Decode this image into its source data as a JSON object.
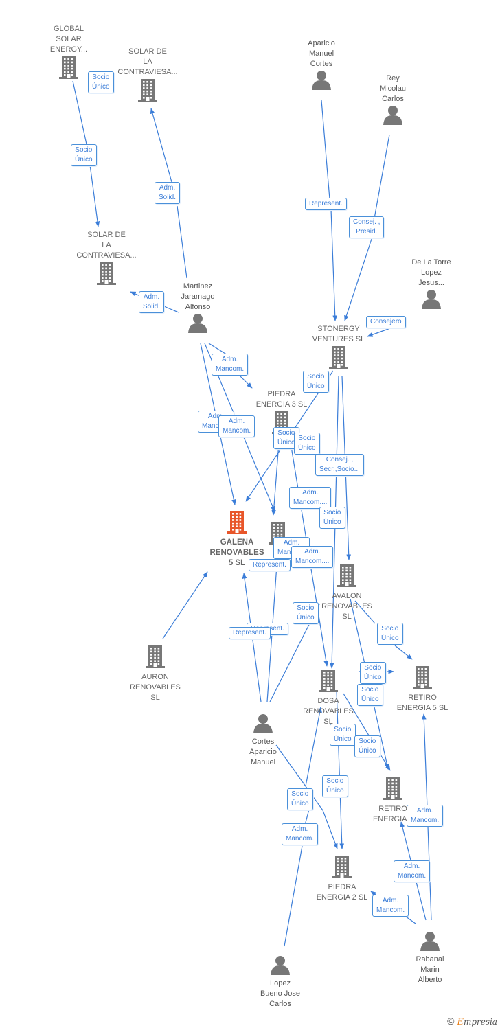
{
  "colors": {
    "edge": "#3b7dd8",
    "company": "#777777",
    "main_company": "#e8562a",
    "person": "#777777"
  },
  "nodes": [
    {
      "id": "global_solar",
      "label": "GLOBAL\nSOLAR\nENERGY...",
      "kind": "company"
    },
    {
      "id": "solar_contra_1",
      "label": "SOLAR DE\nLA\nCONTRAVIESA...",
      "kind": "company"
    },
    {
      "id": "solar_contra_2",
      "label": "SOLAR DE\nLA\nCONTRAVIESA...",
      "kind": "company"
    },
    {
      "id": "aparicio",
      "label": "Aparicio\nManuel\nCortes",
      "kind": "person"
    },
    {
      "id": "rey",
      "label": "Rey\nMicolau\nCarlos",
      "kind": "person"
    },
    {
      "id": "delatorre",
      "label": "De La Torre\nLopez\nJesus...",
      "kind": "person"
    },
    {
      "id": "martinez",
      "label": "Martinez\nJaramago\nAlfonso",
      "kind": "person"
    },
    {
      "id": "stonergy",
      "label": "STONERGY\nVENTURES  SL",
      "kind": "company"
    },
    {
      "id": "piedra3",
      "label": "PIEDRA\nENERGIA 3  SL",
      "kind": "company"
    },
    {
      "id": "galena",
      "label": "GALENA\nRENOVABLES\n5  SL",
      "kind": "main"
    },
    {
      "id": "piedra_mid",
      "label": "PIE",
      "kind": "company"
    },
    {
      "id": "avalon",
      "label": "AVALON\nRENOVABLES\nSL",
      "kind": "company"
    },
    {
      "id": "auron",
      "label": "AURON\nRENOVABLES\nSL",
      "kind": "company"
    },
    {
      "id": "dosa",
      "label": "DOSA\nRENOVABLES\nSL",
      "kind": "company"
    },
    {
      "id": "retiro5",
      "label": "RETIRO\nENERGIA 5  SL",
      "kind": "company"
    },
    {
      "id": "cortes",
      "label": "Cortes\nAparicio\nManuel",
      "kind": "person"
    },
    {
      "id": "retiro6",
      "label": "RETIRO\nENERGIA 6",
      "kind": "company"
    },
    {
      "id": "piedra2",
      "label": "PIEDRA\nENERGIA 2  SL",
      "kind": "company"
    },
    {
      "id": "rabanal",
      "label": "Rabanal\nMarin\nAlberto",
      "kind": "person"
    },
    {
      "id": "lopez",
      "label": "Lopez\nBueno Jose\nCarlos",
      "kind": "person"
    }
  ],
  "badges": [
    {
      "text": "Socio\nÚnico"
    },
    {
      "text": "Socio\nÚnico"
    },
    {
      "text": "Adm.\nSolid."
    },
    {
      "text": "Adm.\nSolid."
    },
    {
      "text": "Represent."
    },
    {
      "text": "Consej. ,\nPresid."
    },
    {
      "text": "Consejero"
    },
    {
      "text": "Adm.\nMancom."
    },
    {
      "text": "Socio\nÚnico"
    },
    {
      "text": "Adm.\nMancom."
    },
    {
      "text": "Adm.\nMancom."
    },
    {
      "text": "Socio\nÚnico"
    },
    {
      "text": "Socio\nÚnico"
    },
    {
      "text": "Consej. ,\nSecr.,Socio..."
    },
    {
      "text": "Adm.\nMancom...."
    },
    {
      "text": "Socio\nÚnico"
    },
    {
      "text": "Adm.\nMancom."
    },
    {
      "text": "Adm.\nMancom...."
    },
    {
      "text": "Represent."
    },
    {
      "text": "Socio\nÚnico"
    },
    {
      "text": "Socio\nÚnico"
    },
    {
      "text": "Represent."
    },
    {
      "text": "Represent."
    },
    {
      "text": "Socio\nÚnico"
    },
    {
      "text": "Socio\nÚnico"
    },
    {
      "text": "Socio\nÚnico"
    },
    {
      "text": "Socio\nÚnico"
    },
    {
      "text": "Socio\nÚnico"
    },
    {
      "text": "Socio\nÚnico"
    },
    {
      "text": "Adm.\nMancom."
    },
    {
      "text": "Adm.\nMancom."
    },
    {
      "text": "Adm.\nMancom."
    },
    {
      "text": "Adm.\nMancom."
    },
    {
      "text": "Adm.\nMancom."
    }
  ],
  "footer": {
    "copyright": "©",
    "brand_initial": "E",
    "brand_rest": "mpresia"
  }
}
